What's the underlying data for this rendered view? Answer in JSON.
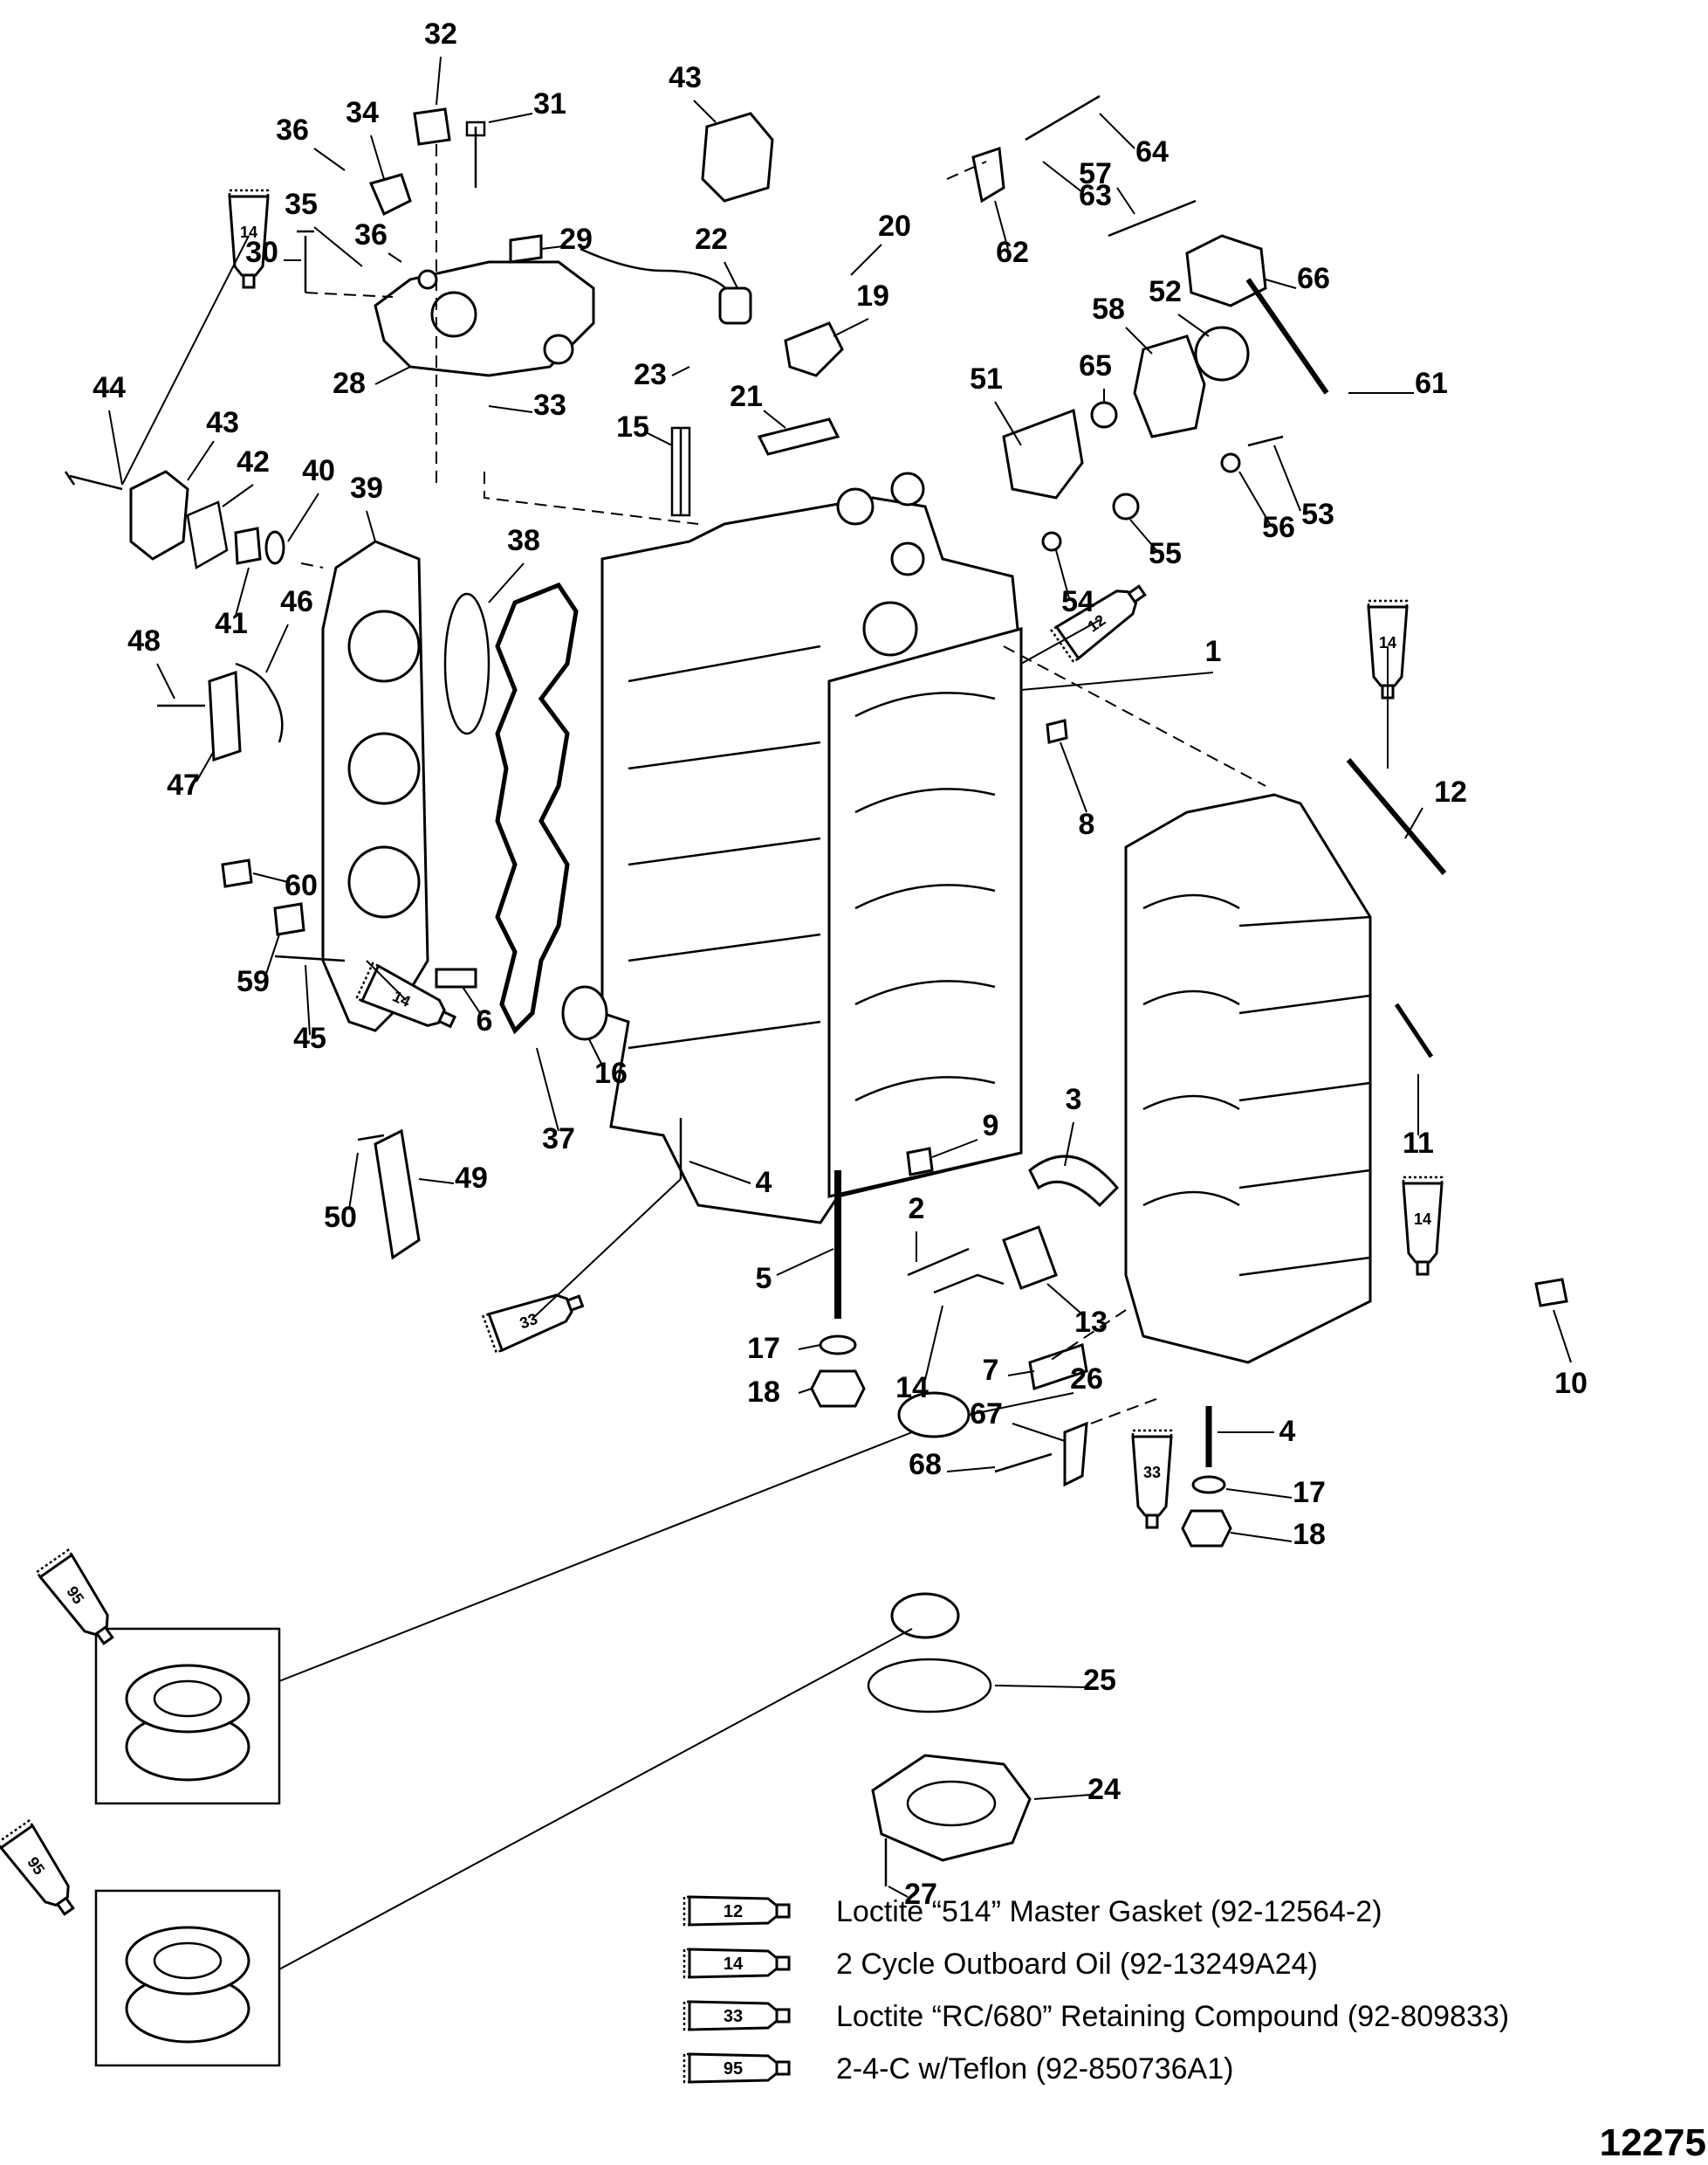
{
  "diagram": {
    "figure_number": "12275",
    "callouts": [
      {
        "id": "c1",
        "label": "1"
      },
      {
        "id": "c2",
        "label": "2"
      },
      {
        "id": "c3",
        "label": "3"
      },
      {
        "id": "c4a",
        "label": "4"
      },
      {
        "id": "c4b",
        "label": "4"
      },
      {
        "id": "c5",
        "label": "5"
      },
      {
        "id": "c6",
        "label": "6"
      },
      {
        "id": "c7",
        "label": "7"
      },
      {
        "id": "c8",
        "label": "8"
      },
      {
        "id": "c9",
        "label": "9"
      },
      {
        "id": "c10",
        "label": "10"
      },
      {
        "id": "c11",
        "label": "11"
      },
      {
        "id": "c12",
        "label": "12"
      },
      {
        "id": "c13",
        "label": "13"
      },
      {
        "id": "c14",
        "label": "14"
      },
      {
        "id": "c15",
        "label": "15"
      },
      {
        "id": "c16",
        "label": "16"
      },
      {
        "id": "c17a",
        "label": "17"
      },
      {
        "id": "c17b",
        "label": "17"
      },
      {
        "id": "c18a",
        "label": "18"
      },
      {
        "id": "c18b",
        "label": "18"
      },
      {
        "id": "c19",
        "label": "19"
      },
      {
        "id": "c20",
        "label": "20"
      },
      {
        "id": "c21",
        "label": "21"
      },
      {
        "id": "c22",
        "label": "22"
      },
      {
        "id": "c23",
        "label": "23"
      },
      {
        "id": "c24",
        "label": "24"
      },
      {
        "id": "c25",
        "label": "25"
      },
      {
        "id": "c26",
        "label": "26"
      },
      {
        "id": "c27",
        "label": "27"
      },
      {
        "id": "c28",
        "label": "28"
      },
      {
        "id": "c29",
        "label": "29"
      },
      {
        "id": "c30",
        "label": "30"
      },
      {
        "id": "c31",
        "label": "31"
      },
      {
        "id": "c32",
        "label": "32"
      },
      {
        "id": "c33a",
        "label": "33"
      },
      {
        "id": "c34",
        "label": "34"
      },
      {
        "id": "c35",
        "label": "35"
      },
      {
        "id": "c36a",
        "label": "36"
      },
      {
        "id": "c36b",
        "label": "36"
      },
      {
        "id": "c37",
        "label": "37"
      },
      {
        "id": "c38",
        "label": "38"
      },
      {
        "id": "c39",
        "label": "39"
      },
      {
        "id": "c40",
        "label": "40"
      },
      {
        "id": "c41",
        "label": "41"
      },
      {
        "id": "c42",
        "label": "42"
      },
      {
        "id": "c43a",
        "label": "43"
      },
      {
        "id": "c43b",
        "label": "43"
      },
      {
        "id": "c44",
        "label": "44"
      },
      {
        "id": "c45",
        "label": "45"
      },
      {
        "id": "c46",
        "label": "46"
      },
      {
        "id": "c47",
        "label": "47"
      },
      {
        "id": "c48",
        "label": "48"
      },
      {
        "id": "c49",
        "label": "49"
      },
      {
        "id": "c50",
        "label": "50"
      },
      {
        "id": "c51",
        "label": "51"
      },
      {
        "id": "c52",
        "label": "52"
      },
      {
        "id": "c53",
        "label": "53"
      },
      {
        "id": "c54",
        "label": "54"
      },
      {
        "id": "c55",
        "label": "55"
      },
      {
        "id": "c56",
        "label": "56"
      },
      {
        "id": "c57",
        "label": "57"
      },
      {
        "id": "c58",
        "label": "58"
      },
      {
        "id": "c59",
        "label": "59"
      },
      {
        "id": "c60",
        "label": "60"
      },
      {
        "id": "c61",
        "label": "61"
      },
      {
        "id": "c62",
        "label": "62"
      },
      {
        "id": "c63",
        "label": "63"
      },
      {
        "id": "c64",
        "label": "64"
      },
      {
        "id": "c65",
        "label": "65"
      },
      {
        "id": "c66",
        "label": "66"
      },
      {
        "id": "c67",
        "label": "67"
      },
      {
        "id": "c68",
        "label": "68"
      }
    ],
    "tubes": [
      {
        "id": "t14a",
        "label": "14"
      },
      {
        "id": "t14b",
        "label": "14"
      },
      {
        "id": "t14c",
        "label": "14"
      },
      {
        "id": "t14d",
        "label": "14"
      },
      {
        "id": "t12",
        "label": "12"
      },
      {
        "id": "t33a",
        "label": "33"
      },
      {
        "id": "t33b",
        "label": "33"
      },
      {
        "id": "t95a",
        "label": "95"
      },
      {
        "id": "t95b",
        "label": "95"
      }
    ],
    "legend": [
      {
        "num": "12",
        "text": "Loctite “514” Master Gasket (92-12564-2)"
      },
      {
        "num": "14",
        "text": "2 Cycle Outboard Oil (92-13249A24)"
      },
      {
        "num": "33",
        "text": "Loctite “RC/680” Retaining Compound (92-809833)"
      },
      {
        "num": "95",
        "text": "2-4-C w/Teflon (92-850736A1)"
      }
    ]
  }
}
